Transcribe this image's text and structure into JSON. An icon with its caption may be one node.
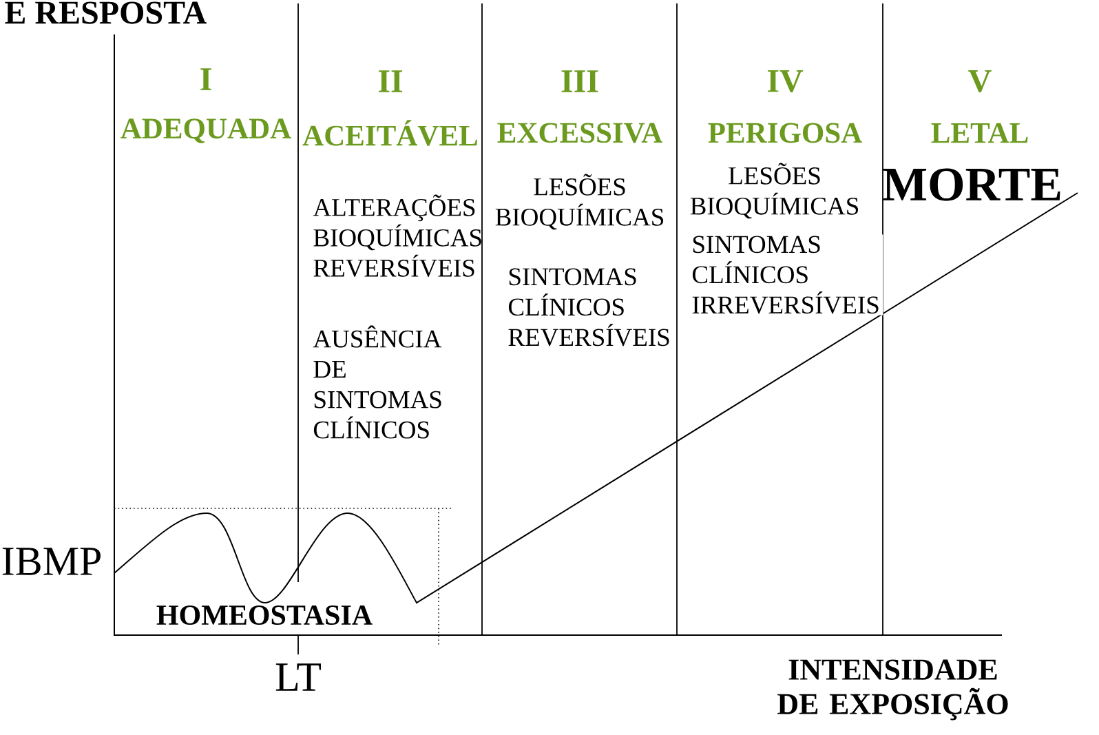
{
  "diagram": {
    "labels": [
      "E RESPOSTA",
      "I",
      "ADEQUADA",
      "II",
      "ACEITÁVEL",
      "III",
      "EXCESSIVA",
      "IV",
      "PERIGOSA",
      "V",
      "LETAL",
      "MORTE",
      "ALTERAÇÕES BIOQUÍMICAS REVERSÍVEIS",
      "AUSÊNCIA DE SINTOMAS CLÍNICOS",
      "LESÕES BIOQUÍMICAS",
      "SINTOMAS CLÍNICOS REVERSÍVEIS",
      "LESÕES BIOQUÍMICAS",
      "SINTOMAS CLÍNICOS IRREVERSÍVEIS",
      "IBMP",
      "HOMEOSTASIA",
      "LT",
      "INTENSIDADE DE EXPOSIÇÃO"
    ]
  }
}
